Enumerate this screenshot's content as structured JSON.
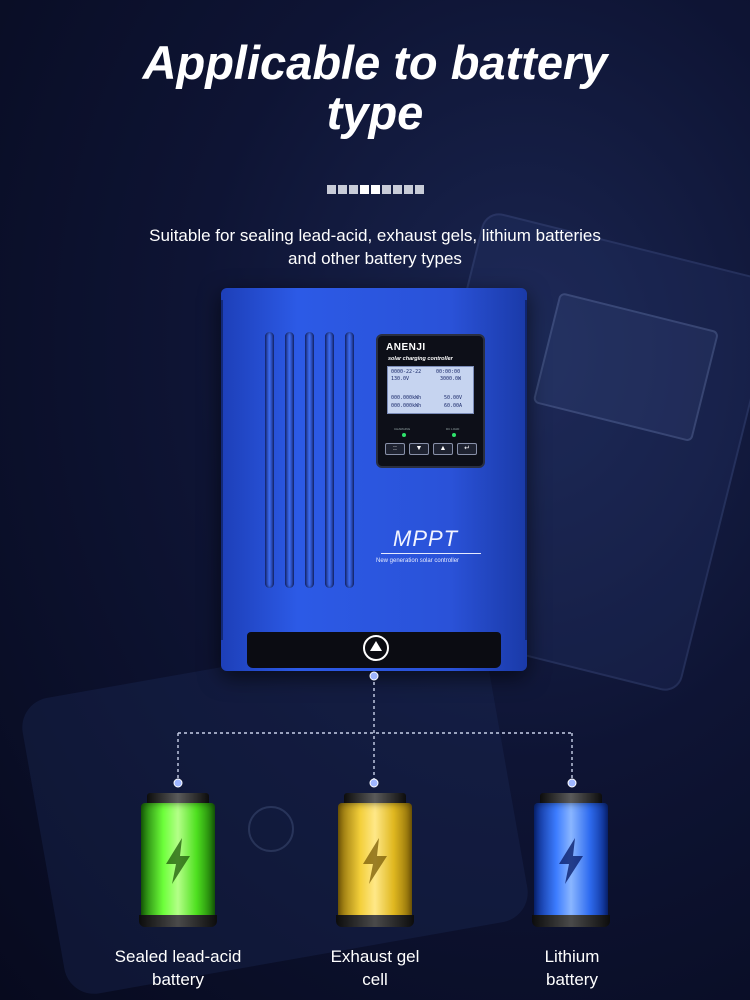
{
  "header": {
    "title_line1": "Applicable to battery",
    "title_line2": "type",
    "subtitle_line1": "Suitable for sealing lead-acid, exhaust gels, lithium batteries",
    "subtitle_line2": "and other battery types"
  },
  "device": {
    "brand": "ANENJI",
    "panel_subtitle": "solar charging controller",
    "lcd": {
      "line1_left": "0000-22-22",
      "line1_right": "00:00:00",
      "line2_left": "130.0V",
      "line2_right": "3000.0W",
      "line3_left": "000.000kWh",
      "line3_right": "50.00V",
      "line4_left": "000.000kWh",
      "line4_right": "60.00A"
    },
    "led_labels": [
      "CHARGING",
      "DC LOAD"
    ],
    "keys": [
      "::",
      "▼",
      "▲",
      "↵"
    ],
    "model": "MPPT",
    "model_subtitle": "New generation solar controller"
  },
  "batteries": [
    {
      "label_line1": "Sealed lead-acid",
      "label_line2": "battery",
      "color": "#5ee52b"
    },
    {
      "label_line1": "Exhaust gel",
      "label_line2": "cell",
      "color": "#f0c82e"
    },
    {
      "label_line1": "Lithium",
      "label_line2": "battery",
      "color": "#3c7cff"
    }
  ],
  "colors": {
    "background": "#0e1434",
    "device_blue": "#2a52d8",
    "text": "#ffffff"
  }
}
